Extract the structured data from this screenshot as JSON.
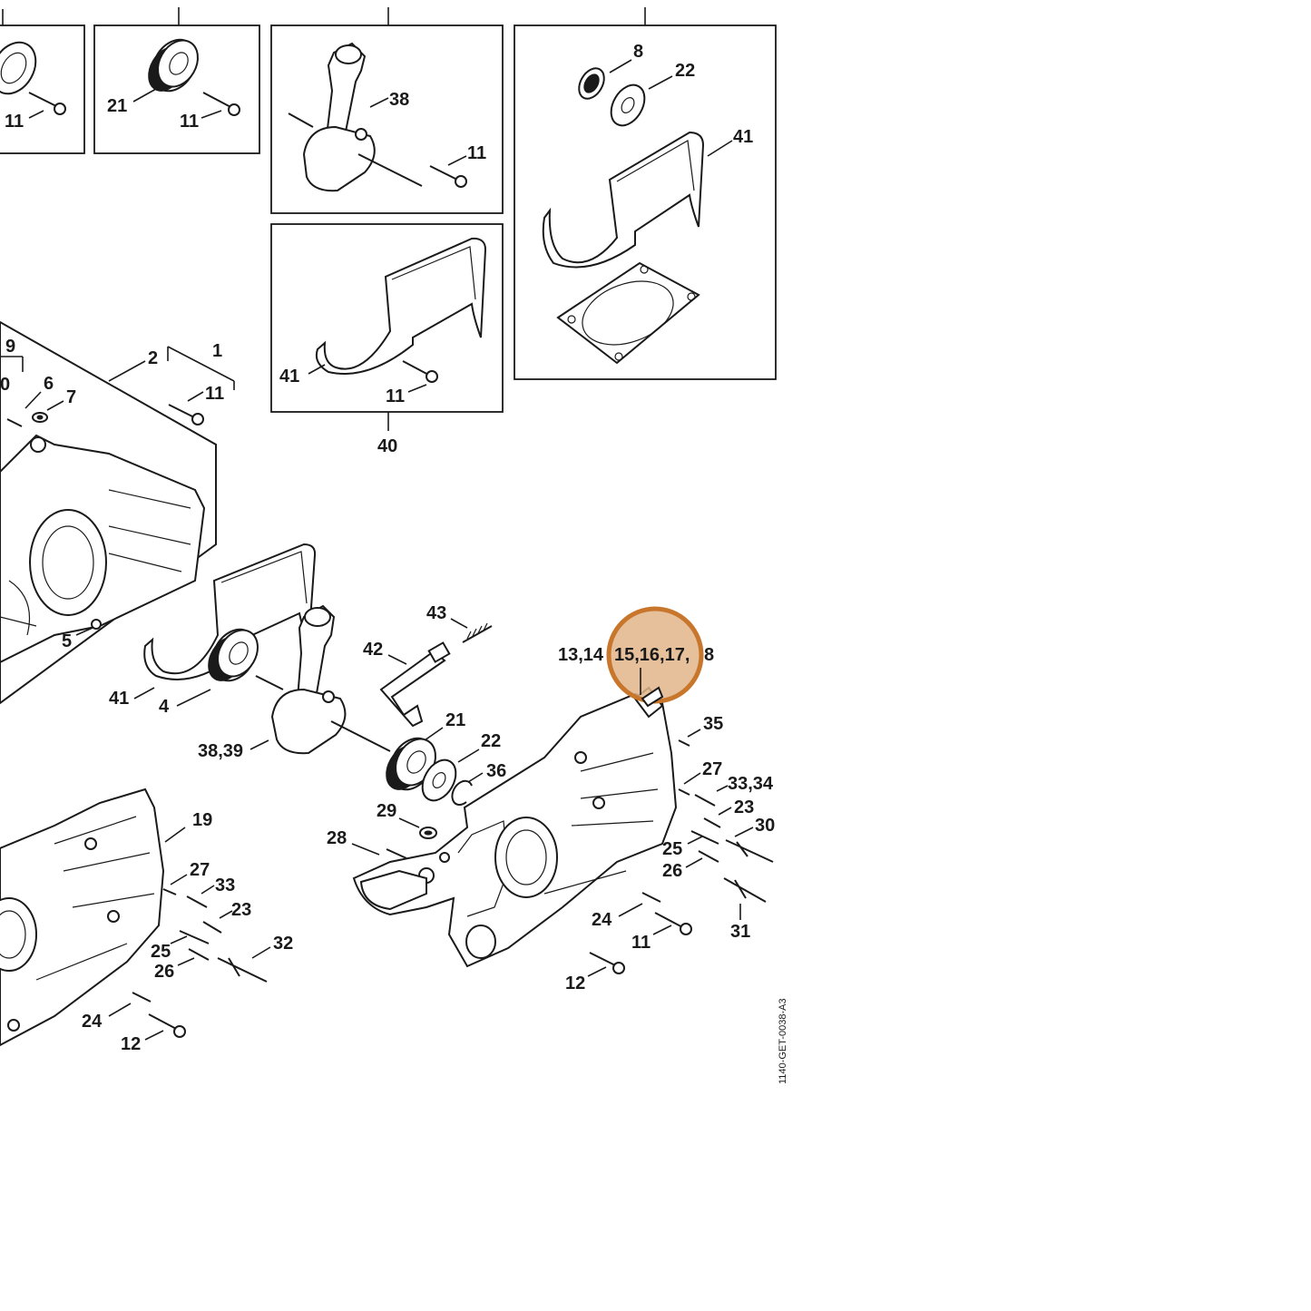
{
  "labels": {
    "box_a_11": "11",
    "box_b_21": "21",
    "box_b_11": "11",
    "box_c_38": "38",
    "box_c_11": "11",
    "box_d_8": "8",
    "box_d_22": "22",
    "box_d_41": "41",
    "box_e_41": "41",
    "box_e_11": "11",
    "box_e_40": "40",
    "l9": "9",
    "l0": "0",
    "l2": "2",
    "l1": "1",
    "l6": "6",
    "l7": "7",
    "l11a": "11",
    "l5": "5",
    "l41": "41",
    "l4": "4",
    "l43": "43",
    "l42": "42",
    "l3839": "38,39",
    "l21": "21",
    "l22": "22",
    "l36": "36",
    "l29": "29",
    "l28": "28",
    "l1314": "13,14",
    "l15_18": "15,16,17,",
    "l8": "8",
    "l35": "35",
    "l27r": "27",
    "l3334": "33,34",
    "l23r": "23",
    "l30": "30",
    "l25r": "25",
    "l26r": "26",
    "l31": "31",
    "l24r": "24",
    "l11r": "11",
    "l12r": "12",
    "l19": "19",
    "l27l": "27",
    "l33l": "33",
    "l23l": "23",
    "l32": "32",
    "l25l": "25",
    "l26l": "26",
    "l24l": "24",
    "l12l": "12"
  },
  "drawing_code": "1140-GET-0038-A3",
  "colors": {
    "highlight_fill": "#e2b48a",
    "highlight_ring": "#c8762b",
    "ink": "#1a1a1a"
  }
}
